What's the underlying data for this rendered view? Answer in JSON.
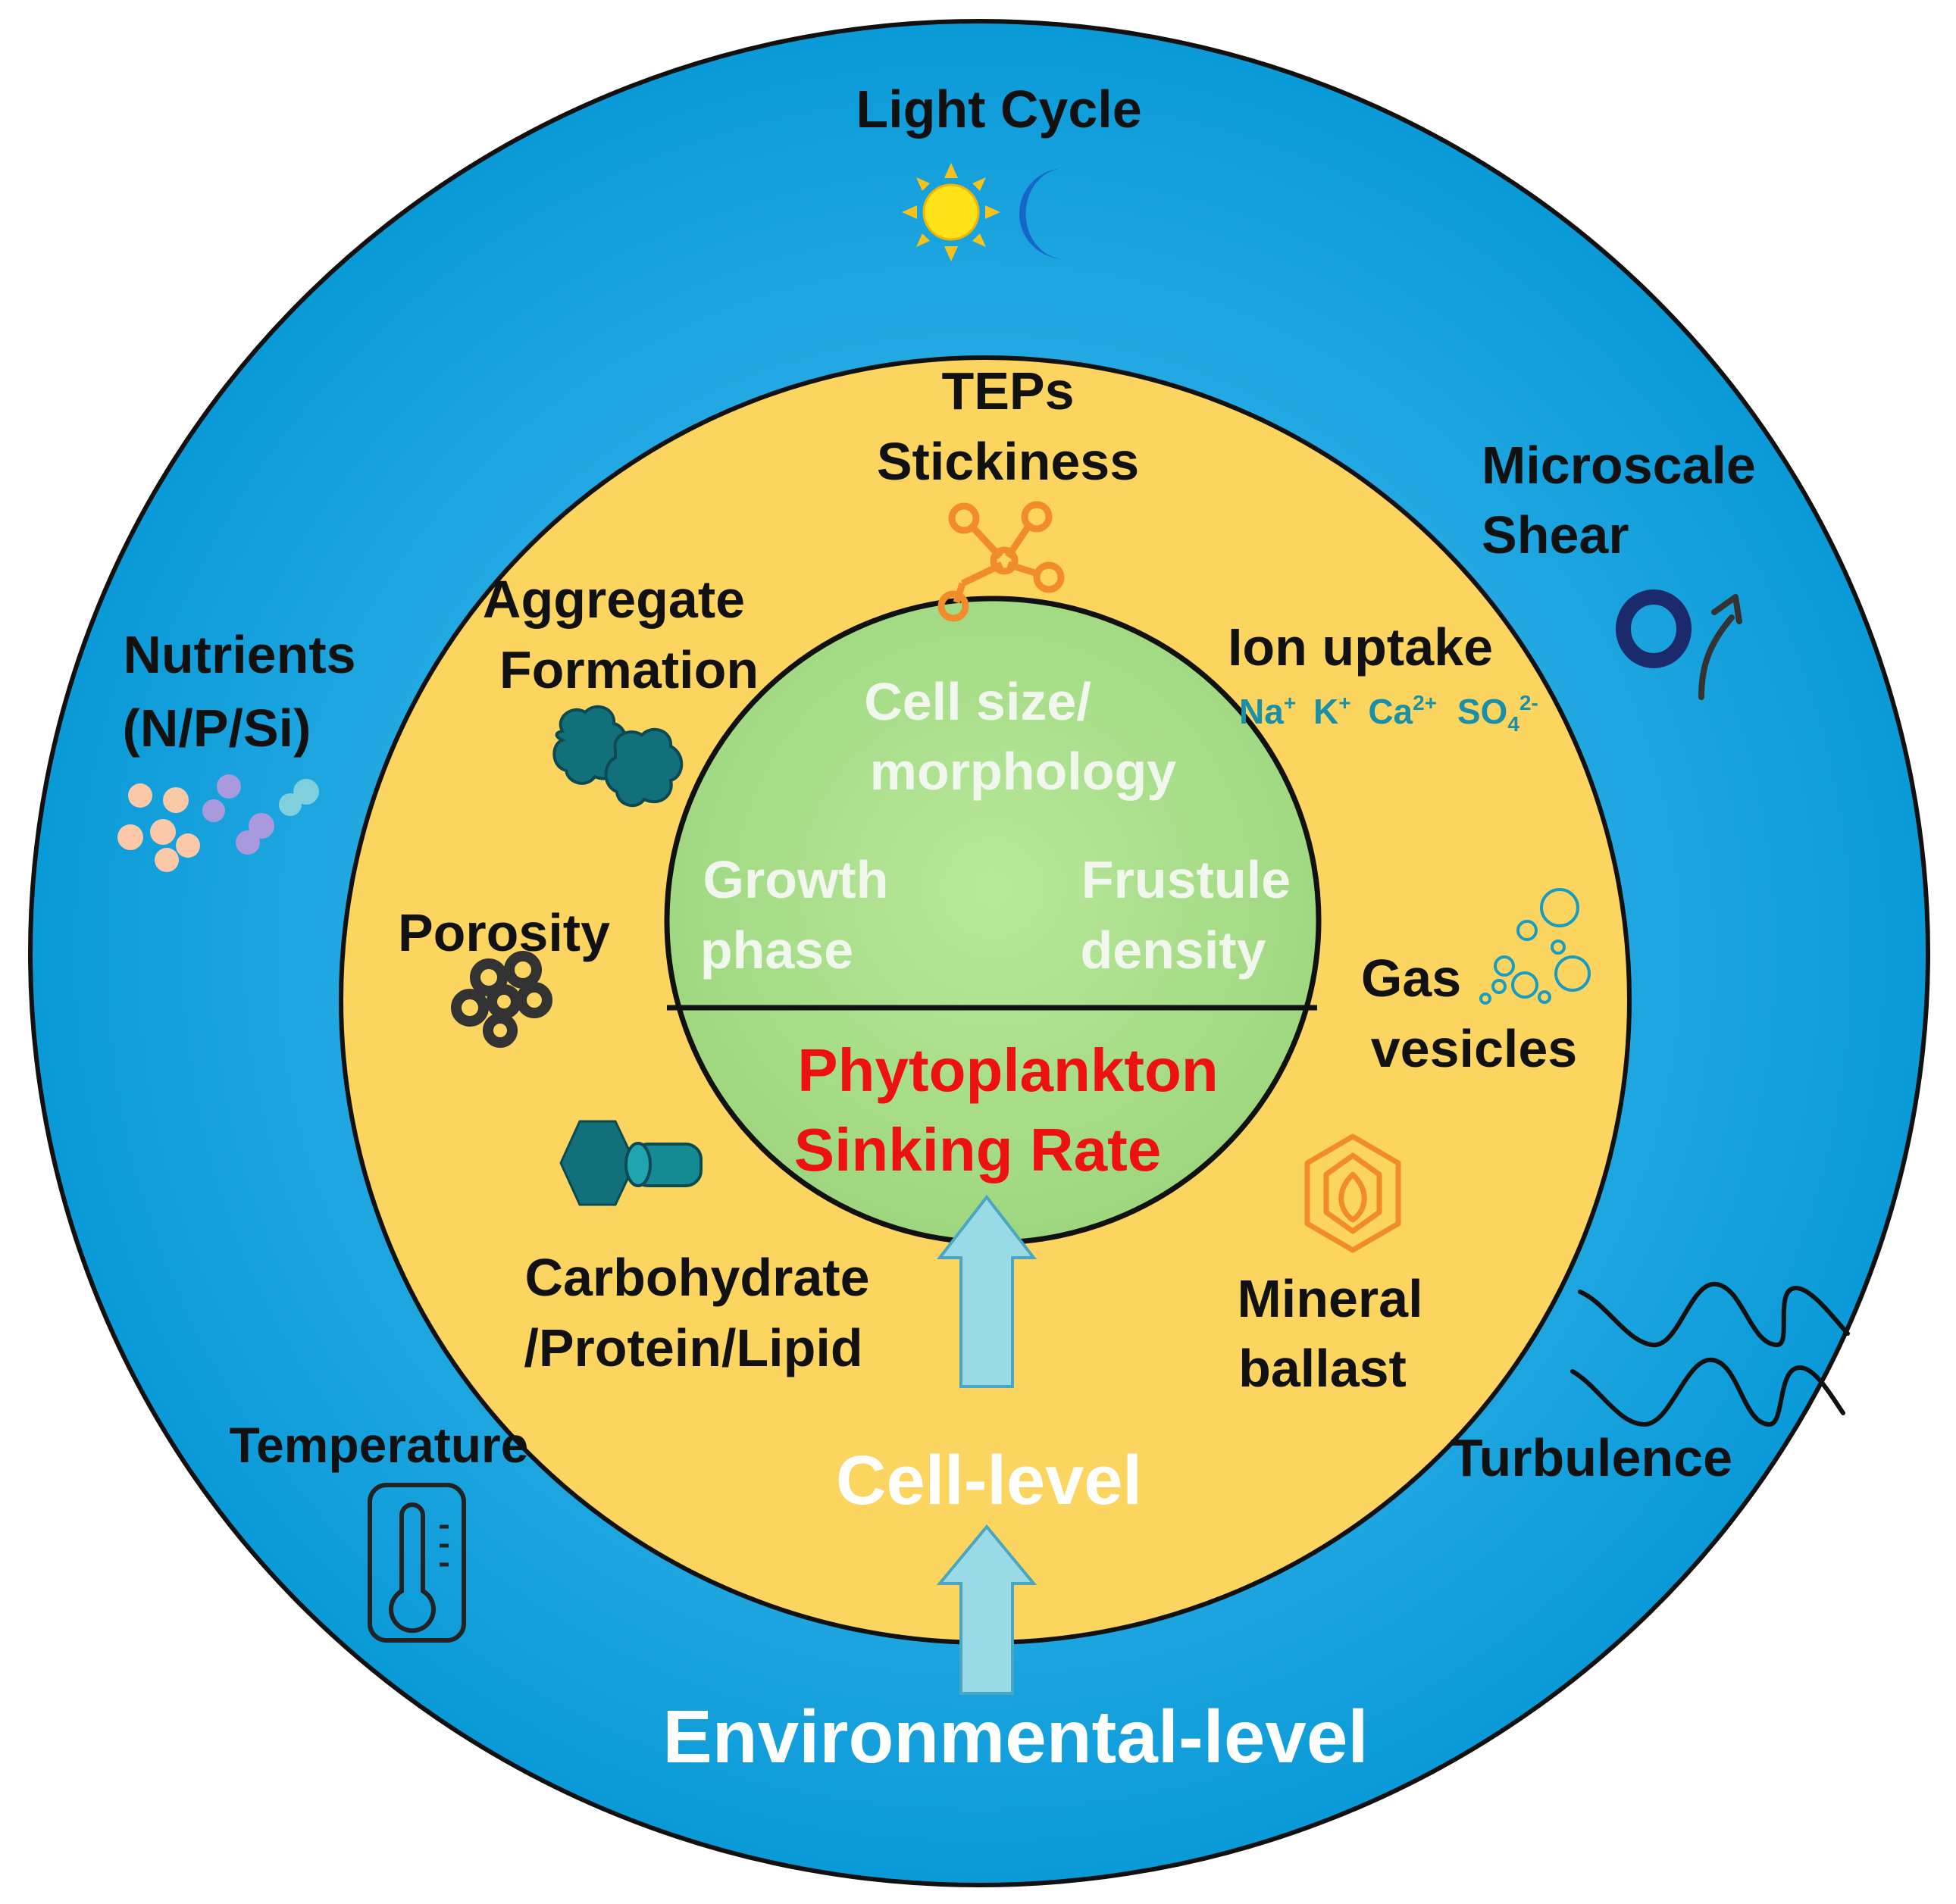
{
  "environment": {
    "title": "Environmental-level",
    "light_cycle": "Light Cycle",
    "nutrients_line1": "Nutrients",
    "nutrients_line2": "(N/P/Si)",
    "microscale_line1": "Microscale",
    "microscale_line2": "Shear",
    "temperature": "Temperature",
    "turbulence": "Turbulence"
  },
  "cell": {
    "title": "Cell-level",
    "teps_line1": "TEPs",
    "teps_line2": "Stickiness",
    "aggregate_line1": "Aggregate",
    "aggregate_line2": "Formation",
    "ion_uptake": "Ion uptake",
    "ions": {
      "na": "Na",
      "na_sup": "+",
      "k": "K",
      "k_sup": "+",
      "ca": "Ca",
      "ca_sup": "2+",
      "so": "SO",
      "so_sub": "4",
      "so_sup": "2-"
    },
    "porosity": "Porosity",
    "gas_line1": "Gas",
    "gas_line2": "vesicles",
    "carbo_line1": "Carbohydrate",
    "carbo_line2": "/Protein/Lipid",
    "mineral_line1": "Mineral",
    "mineral_line2": "ballast"
  },
  "core": {
    "cell_size_line1": "Cell size/",
    "cell_size_line2": "morphology",
    "growth_line1": "Growth",
    "growth_line2": "phase",
    "frustule_line1": "Frustule",
    "frustule_line2": "density",
    "sinking_line1": "Phytoplankton",
    "sinking_line2": "Sinking Rate"
  },
  "colors": {
    "outer_ring": "#1a9fe0",
    "middle_ring": "#fbd560",
    "core": "#a8e08a",
    "core_label": "#f2f7ee",
    "sinking_label": "#ee1111",
    "arrow_fill": "#9ad9e6",
    "icon_teal": "#11707a",
    "icon_orange": "#f28b2a",
    "icon_dark": "#333333"
  },
  "icons": {
    "light_cycle": [
      "sun-icon",
      "moon-icon"
    ],
    "nutrients": "nutrient-dots-icon",
    "microscale_shear": "shear-swirl-icon",
    "temperature": "thermometer-icon",
    "turbulence": "wave-lines-icon",
    "teps": "molecule-network-icon",
    "aggregate": "aggregate-cluster-icon",
    "porosity": "porous-cluster-icon",
    "gas_vesicles": "bubbles-icon",
    "carbohydrate": "hexagon-molecule-icon",
    "mineral": "crystal-ballast-icon"
  }
}
